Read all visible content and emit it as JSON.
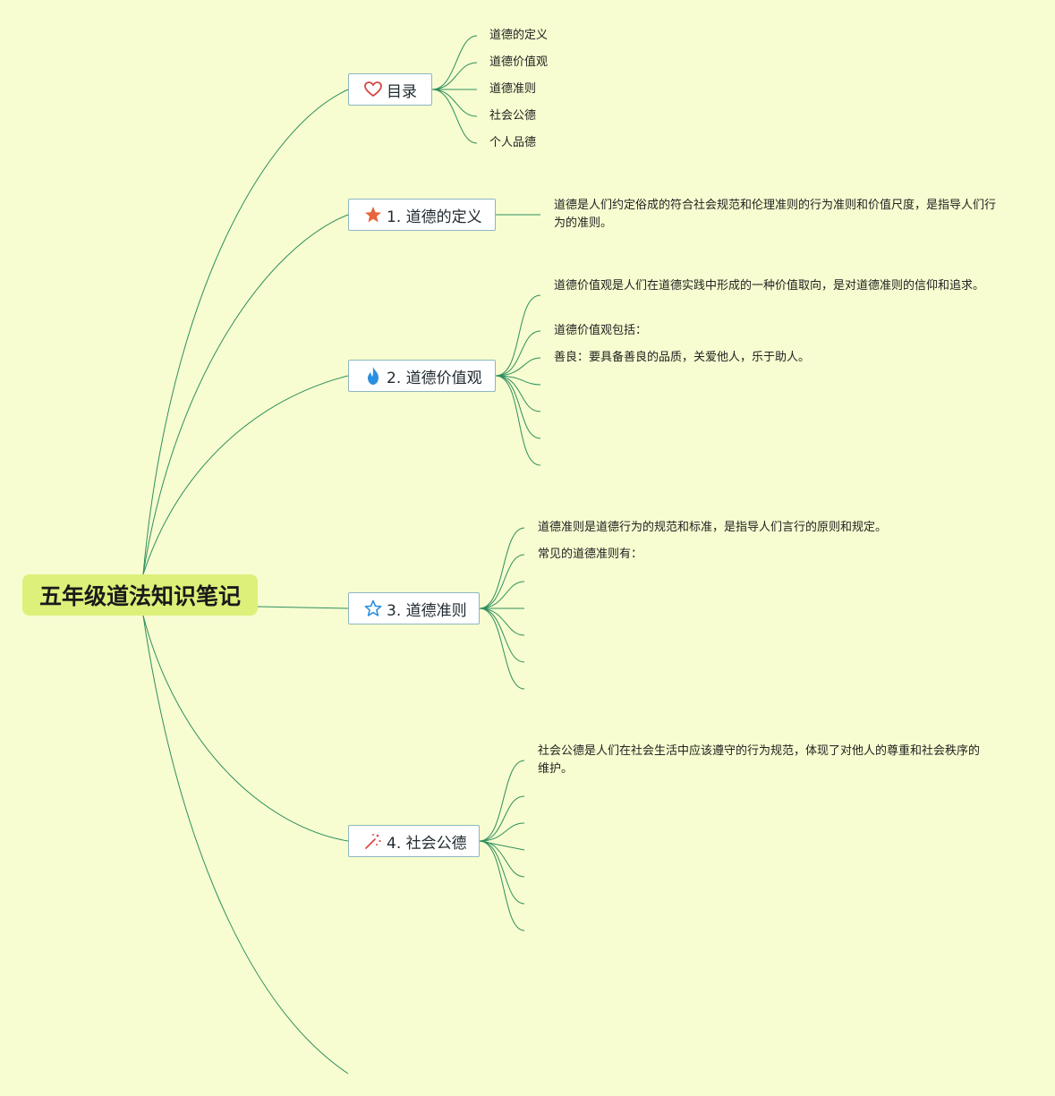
{
  "root": {
    "title": "五年级道法知识笔记"
  },
  "branches": [
    {
      "label": "目录",
      "icon": "heart-outline-icon",
      "icon_color": "#d64541"
    },
    {
      "label": "1. 道德的定义",
      "icon": "star-filled-icon",
      "icon_color": "#e8643a"
    },
    {
      "label": "2. 道德价值观",
      "icon": "flame-icon",
      "icon_color": "#2b8fe0"
    },
    {
      "label": "3. 道德准则",
      "icon": "star-outline-icon",
      "icon_color": "#2b8fe0"
    },
    {
      "label": "4. 社会公德",
      "icon": "magic-wand-icon",
      "icon_color": "#e04848"
    }
  ],
  "toc": [
    "道德的定义",
    "道德价值观",
    "道德准则",
    "社会公德",
    "个人品德"
  ],
  "definition": {
    "text": "道德是人们约定俗成的符合社会规范和伦理准则的行为准则和价值尺度，是指导人们行为的准则。"
  },
  "values": {
    "items": [
      "道德价值观是人们在道德实践中形成的一种价值取向，是对道德准则的信仰和追求。",
      "道德价值观包括：",
      "善良：要具备善良的品质，关爱他人，乐于助人。"
    ]
  },
  "norms": {
    "items": [
      "道德准则是道德行为的规范和标准，是指导人们言行的原则和规定。",
      "常见的道德准则有："
    ]
  },
  "public": {
    "items": [
      "社会公德是人们在社会生活中应该遵守的行为规范，体现了对他人的尊重和社会秩序的维护。"
    ]
  }
}
